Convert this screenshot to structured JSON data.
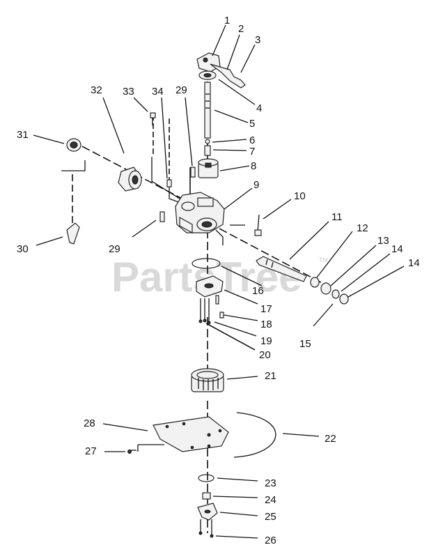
{
  "watermark": {
    "text": "PartsTree",
    "trademark": "TM"
  },
  "callouts": [
    {
      "id": "1",
      "label": "1"
    },
    {
      "id": "2",
      "label": "2"
    },
    {
      "id": "3",
      "label": "3"
    },
    {
      "id": "4",
      "label": "4"
    },
    {
      "id": "5",
      "label": "5"
    },
    {
      "id": "6",
      "label": "6"
    },
    {
      "id": "7",
      "label": "7"
    },
    {
      "id": "8",
      "label": "8"
    },
    {
      "id": "9",
      "label": "9"
    },
    {
      "id": "10",
      "label": "10"
    },
    {
      "id": "11",
      "label": "11"
    },
    {
      "id": "12",
      "label": "12"
    },
    {
      "id": "13",
      "label": "13"
    },
    {
      "id": "14a",
      "label": "14"
    },
    {
      "id": "14b",
      "label": "14"
    },
    {
      "id": "15",
      "label": "15"
    },
    {
      "id": "16",
      "label": "16"
    },
    {
      "id": "17",
      "label": "17"
    },
    {
      "id": "18",
      "label": "18"
    },
    {
      "id": "19",
      "label": "19"
    },
    {
      "id": "20",
      "label": "20"
    },
    {
      "id": "21",
      "label": "21"
    },
    {
      "id": "22",
      "label": "22"
    },
    {
      "id": "23",
      "label": "23"
    },
    {
      "id": "24",
      "label": "24"
    },
    {
      "id": "25",
      "label": "25"
    },
    {
      "id": "26",
      "label": "26"
    },
    {
      "id": "27",
      "label": "27"
    },
    {
      "id": "28",
      "label": "28"
    },
    {
      "id": "29a",
      "label": "29"
    },
    {
      "id": "29b",
      "label": "29"
    },
    {
      "id": "30",
      "label": "30"
    },
    {
      "id": "31",
      "label": "31"
    },
    {
      "id": "32",
      "label": "32"
    },
    {
      "id": "33",
      "label": "33"
    },
    {
      "id": "34",
      "label": "34"
    }
  ]
}
